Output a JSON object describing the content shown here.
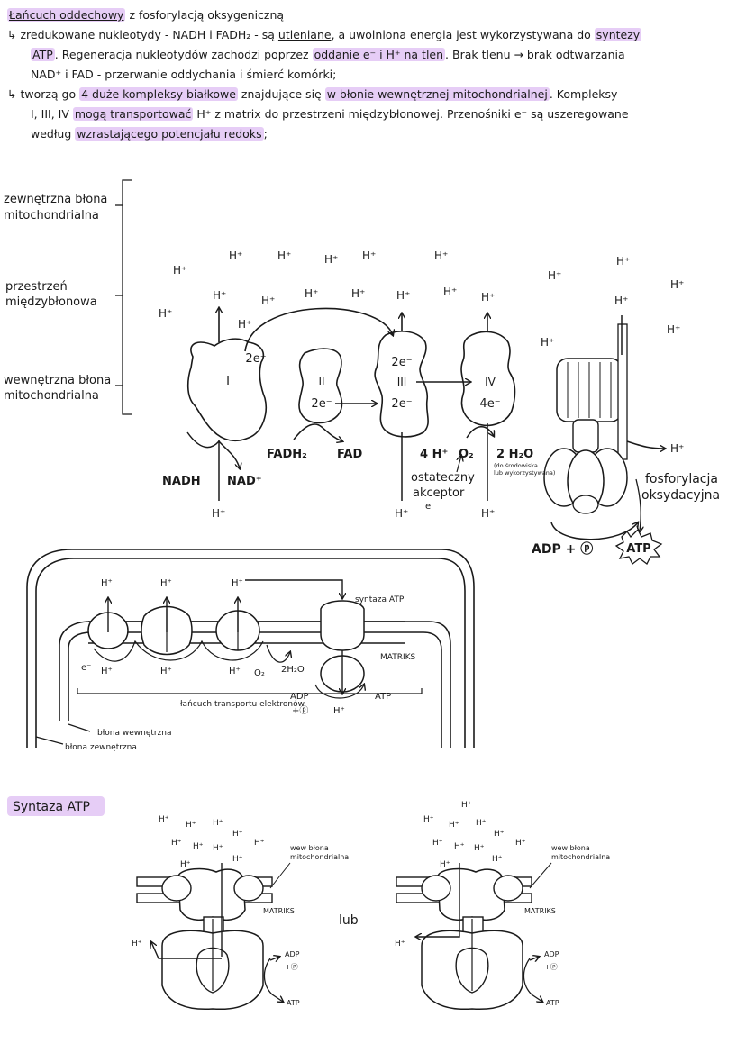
{
  "notes": {
    "title": "Łańcuch oddechowy",
    "title_tail": "z fosforylacją oksygeniczną",
    "b1_l1a": "↳ zredukowane nukleotydy - NADH i FADH₂ - są ",
    "b1_l1b": "utleniane",
    "b1_l1c": ", a uwolniona energia jest wykorzystywana do ",
    "b1_l1d": "syntezy",
    "b1_l2a": "ATP",
    "b1_l2b": ". Regeneracja nukleotydów zachodzi poprzez ",
    "b1_l2c": "oddanie e⁻ i H⁺ na tlen",
    "b1_l2d": ". Brak tlenu → brak odtwarzania",
    "b1_l3": "NAD⁺ i FAD - przerwanie oddychania i śmierć komórki;",
    "b2_l1a": "↳ tworzą go ",
    "b2_l1b": "4 duże kompleksy białkowe",
    "b2_l1c": " znajdujące się ",
    "b2_l1d": "w błonie wewnętrznej mitochondrialnej",
    "b2_l1e": ". Kompleksy",
    "b2_l2a": "I, III, IV ",
    "b2_l2b": "mogą transportować",
    "b2_l2c": " H⁺ z matrix do przestrzeni międzybłonowej. Przenośniki e⁻ są uszeregowane",
    "b2_l3a": "według ",
    "b2_l3b": "wzrastającego potencjału redoks",
    "b2_l3c": ";"
  },
  "d1": {
    "outer_membrane_l1": "zewnętrzna błona",
    "outer_membrane_l2": "mitochondrialna",
    "intermembrane_l1": "przestrzeń",
    "intermembrane_l2": "międzybłonowa",
    "inner_membrane_l1": "wewnętrzna błona",
    "inner_membrane_l2": "mitochondrialna",
    "complex1": "I",
    "complex2": "II",
    "complex3": "III",
    "complex4": "IV",
    "e2": "2e⁻",
    "e4": "4e⁻",
    "proton": "H⁺",
    "nadh": "NADH",
    "nad": "NAD⁺",
    "fadh2": "FADH₂",
    "fad": "FAD",
    "h4": "4 H⁺",
    "o2": "O₂",
    "h2o": "2 H₂O",
    "h2o_note_l1": "(do środowiska",
    "h2o_note_l2": "lub wykorzystywana)",
    "acceptor_l1": "ostateczny",
    "acceptor_l2": "akceptor",
    "acceptor_l3": "e⁻",
    "phos_l1": "fosforylacja",
    "phos_l2": "oksydacyjna",
    "adp": "ADP + ⓟ",
    "atp": "ATP"
  },
  "d2": {
    "proton": "H⁺",
    "electron": "e⁻",
    "synthase": "syntaza ATP",
    "matrix": "MATRIKS",
    "o2": "O₂",
    "h2o": "2H₂O",
    "adp_l1": "ADP",
    "adp_l2": "+ⓟ",
    "atp": "ATP",
    "etc": "łańcuch transportu elektronów",
    "inner": "błona wewnętrzna",
    "outer": "błona zewnętrzna"
  },
  "d3": {
    "title": "Syntaza ATP",
    "proton": "H⁺",
    "membrane_l1": "wew błona",
    "membrane_l2": "mitochondrialna",
    "matrix": "MATRIKS",
    "adp": "ADP",
    "p": "+ⓟ",
    "atp": "ATP",
    "or": "lub"
  }
}
